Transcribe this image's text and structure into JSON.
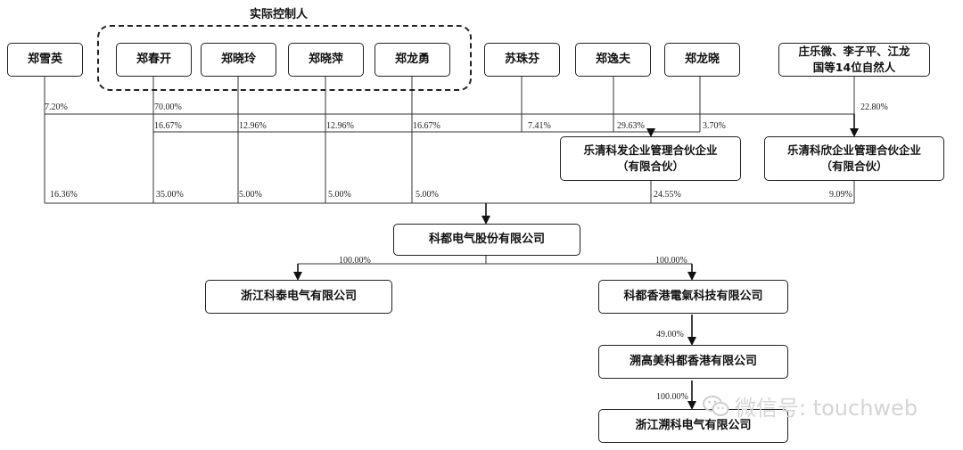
{
  "group": {
    "title": "实际控制人"
  },
  "persons": {
    "zheng_xueying": "郑雪英",
    "zheng_chunkai": "郑春开",
    "zheng_xiaoling": "郑晓玲",
    "zheng_xiaoping": "郑晓萍",
    "zheng_longyong": "郑龙勇",
    "su_zhufen": "苏珠芬",
    "zheng_yifu": "郑逸夫",
    "zheng_longxiao": "郑龙晓",
    "others": "庄乐微、李子平、江龙国等14位自然人"
  },
  "entities": {
    "leqing_kefa": "乐清科发企业管理合伙企业（有限合伙）",
    "leqing_kexin": "乐清科欣企业管理合伙企业（有限合伙）",
    "kedu_electric": "科都电气股份有限公司",
    "zhejiang_ketai": "浙江科泰电气有限公司",
    "kedu_hk": "科都香港電氣科技有限公司",
    "sugao_hk": "溯高美科都香港有限公司",
    "zhejiang_suke": "浙江溯科电气有限公司"
  },
  "percentages": {
    "xueying_to_kefa": "7.20%",
    "chunkai_to_kefa": "70.00%",
    "others_to_kexin": "22.80%",
    "chunkai_to_kexin": "16.67%",
    "xiaoling_to_kexin": "12.96%",
    "xiaoping_to_kexin": "12.96%",
    "longyong_to_kexin": "16.67%",
    "zhufen_to_kexin": "7.41%",
    "yifu_to_kexin": "29.63%",
    "longxiao_to_kexin": "3.70%",
    "xueying_to_kedu": "16.36%",
    "chunkai_to_kedu": "35.00%",
    "xiaoling_to_kedu": "5.00%",
    "xiaoping_to_kedu": "5.00%",
    "longyong_to_kedu": "5.00%",
    "kefa_to_kedu": "24.55%",
    "kexin_to_kedu": "9.09%",
    "kedu_to_ketai": "100.00%",
    "kedu_to_hk": "100.00%",
    "hk_to_sugao": "49.00%",
    "sugao_to_suke": "100.00%"
  },
  "watermark": {
    "text": "微信号: touchweb"
  }
}
